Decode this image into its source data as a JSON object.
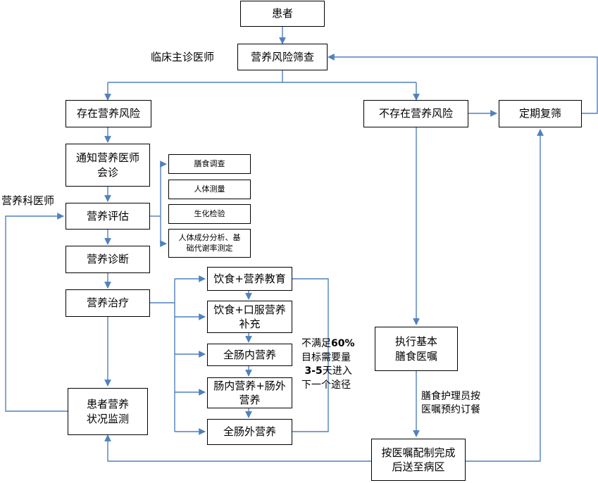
{
  "colors": {
    "arrow": "#4f81bd",
    "box_border": "#000000"
  },
  "nodes": {
    "patient": "患者",
    "screening": "营养风险筛查",
    "has_risk": "存在营养风险",
    "no_risk": "不存在营养风险",
    "periodic_rescreen": "定期复筛",
    "notify": "通知营养医师\n会诊",
    "assessment": "营养评估",
    "diet_survey": "膳食调查",
    "anthropometry": "人体测量",
    "biochem": "生化检验",
    "body_comp": "人体成分分析、基\n础代谢率测定",
    "diagnosis": "营养诊断",
    "treatment": "营养治疗",
    "diet_education": "饮食+营养教育",
    "oral_supplement": "饮食+口服营养\n补充",
    "full_enteral": "全肠内营养",
    "enteral_parenteral": "肠内营养+肠外\n营养",
    "full_parenteral": "全肠外营养",
    "monitoring": "患者营养\n状况监测",
    "basic_diet": "执行基本\n膳食医嘱",
    "prepare_deliver": "按医嘱配制完成\n后送至病区"
  },
  "labels": {
    "clinical_doctor": "临床主诊医师",
    "nutrition_doctor": "营养科医师",
    "not_met_line1_prefix": "不满足",
    "not_met_line1_bold": "60%",
    "not_met_line2": "目标需要量",
    "not_met_line3_bold": "3-5",
    "not_met_line3_suffix": "天进入",
    "not_met_line4": "下一个途径",
    "diet_nurse": "膳食护理员按\n医嘱预约订餐"
  }
}
